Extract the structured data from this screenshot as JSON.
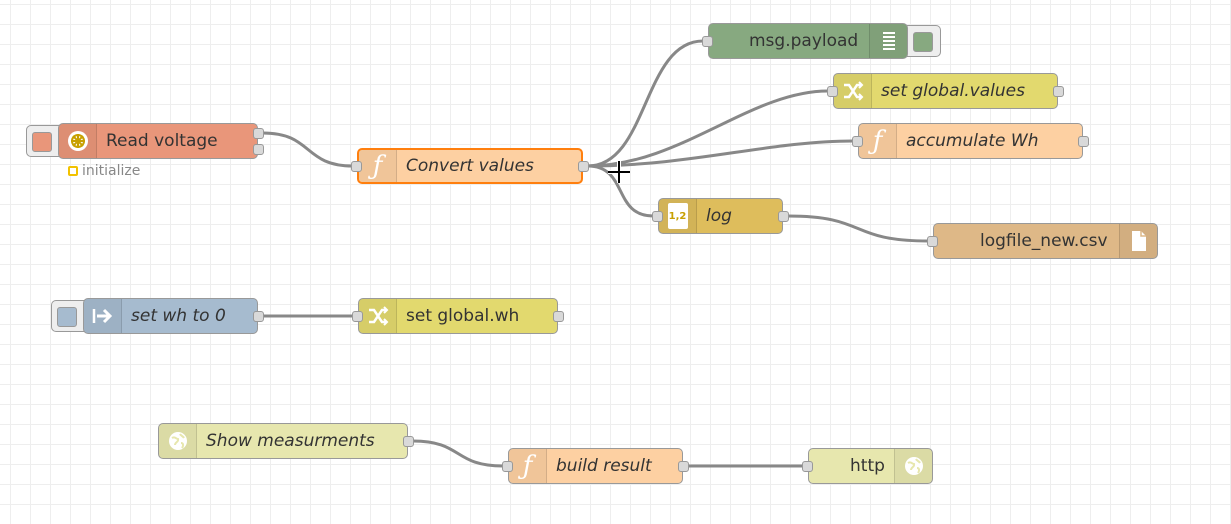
{
  "colors": {
    "inject": "#e9967a",
    "function": "#fdd0a2",
    "debug": "#87a980",
    "change": "#e2d96e",
    "template_log": "#debd5c",
    "file": "#deb887",
    "link": "#a6bbcf",
    "http": "#e7e7ae",
    "wire": "#888888",
    "selected_border": "#ff7f0e"
  },
  "nodes": {
    "read_voltage": {
      "label": "Read voltage",
      "icon": "timer-icon",
      "status": "initialize"
    },
    "convert_values": {
      "label": "Convert values",
      "icon": "function-icon"
    },
    "msg_payload": {
      "label": "msg.payload",
      "icon": "debug-list-icon"
    },
    "set_global_values": {
      "label": "set global.values",
      "icon": "shuffle-icon"
    },
    "accumulate_wh": {
      "label": "accumulate Wh",
      "icon": "function-icon"
    },
    "log": {
      "label": "log",
      "icon": "number-format-icon",
      "icon_text": "1,2"
    },
    "logfile": {
      "label": "logfile_new.csv",
      "icon": "file-icon"
    },
    "set_wh_to_0": {
      "label": "set wh to 0",
      "icon": "arrow-in-icon"
    },
    "set_global_wh": {
      "label": "set global.wh",
      "icon": "shuffle-icon"
    },
    "show_measurments": {
      "label": "Show measurments",
      "icon": "globe-icon"
    },
    "build_result": {
      "label": "build result",
      "icon": "function-icon"
    },
    "http": {
      "label": "http",
      "icon": "globe-icon"
    }
  }
}
